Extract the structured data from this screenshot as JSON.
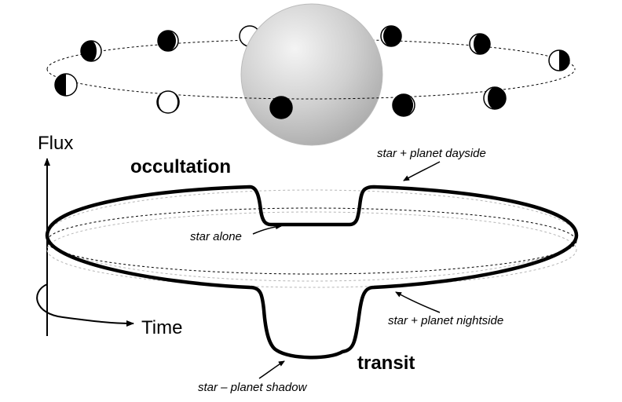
{
  "axes": {
    "y_label": "Flux",
    "x_label": "Time"
  },
  "labels": {
    "occultation": "occultation",
    "transit": "transit",
    "star_planet_dayside": "star + planet dayside",
    "star_alone": "star alone",
    "star_planet_nightside": "star + planet nightside",
    "star_planet_shadow": "star – planet shadow"
  },
  "colors": {
    "ink": "#000000",
    "star_light": "#f4f4f4",
    "star_dark": "#a9a9a9",
    "guide_gray": "#b5b5b5"
  }
}
